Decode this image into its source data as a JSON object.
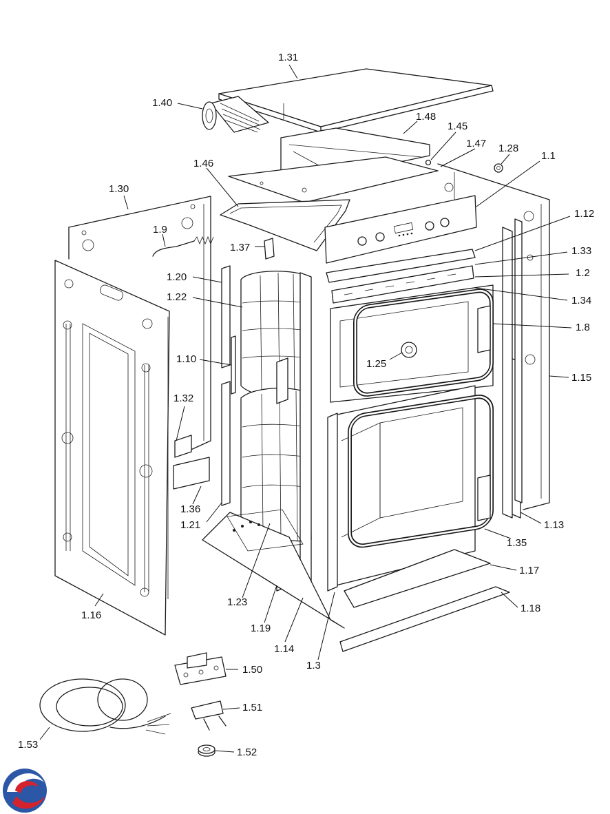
{
  "labels": {
    "p1_1": "1.1",
    "p1_2": "1.2",
    "p1_3": "1.3",
    "p1_8": "1.8",
    "p1_9": "1.9",
    "p1_10": "1.10",
    "p1_12": "1.12",
    "p1_13": "1.13",
    "p1_14": "1.14",
    "p1_15": "1.15",
    "p1_16": "1.16",
    "p1_17": "1.17",
    "p1_18": "1.18",
    "p1_19": "1.19",
    "p1_20": "1.20",
    "p1_21": "1.21",
    "p1_22": "1.22",
    "p1_23": "1.23",
    "p1_25": "1.25",
    "p1_28": "1.28",
    "p1_30": "1.30",
    "p1_31": "1.31",
    "p1_32": "1.32",
    "p1_33": "1.33",
    "p1_34": "1.34",
    "p1_35": "1.35",
    "p1_36": "1.36",
    "p1_37": "1.37",
    "p1_40": "1.40",
    "p1_45": "1.45",
    "p1_46": "1.46",
    "p1_47": "1.47",
    "p1_48": "1.48",
    "p1_50": "1.50",
    "p1_51": "1.51",
    "p1_52": "1.52",
    "p1_53": "1.53"
  },
  "colors": {
    "line": "#1a1a1a",
    "logo_red": "#d3232f",
    "logo_blue": "#2b57a6"
  },
  "icons": {
    "brand_logo": "swirl-logo-icon"
  }
}
